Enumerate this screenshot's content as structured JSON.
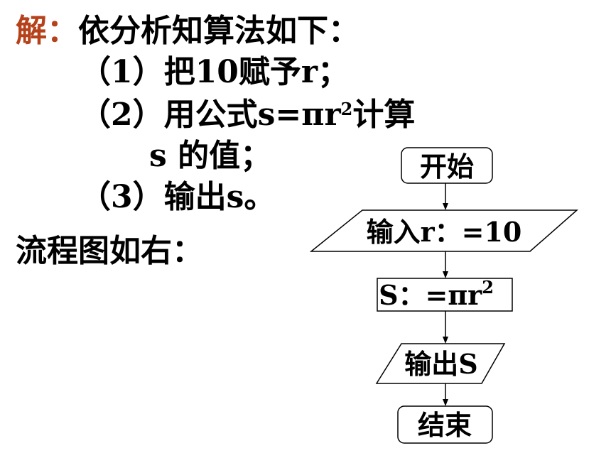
{
  "solution": {
    "label": "解：",
    "intro": "依分析知算法如下：",
    "step1": "（1）把10赋予r；",
    "step2_a": "（2）用公式s=πr",
    "step2_sup": "2",
    "step2_b": "计算",
    "step2_cont": "s 的值；",
    "step3": "（3）输出s。",
    "flow_intro": "流程图如右："
  },
  "flowchart": {
    "start": "开始",
    "input": "输入r：=10",
    "process_main": "S：=πr",
    "process_sup": "2",
    "output": "输出S",
    "end": "结束"
  },
  "colors": {
    "label_red": "#b5421a"
  }
}
